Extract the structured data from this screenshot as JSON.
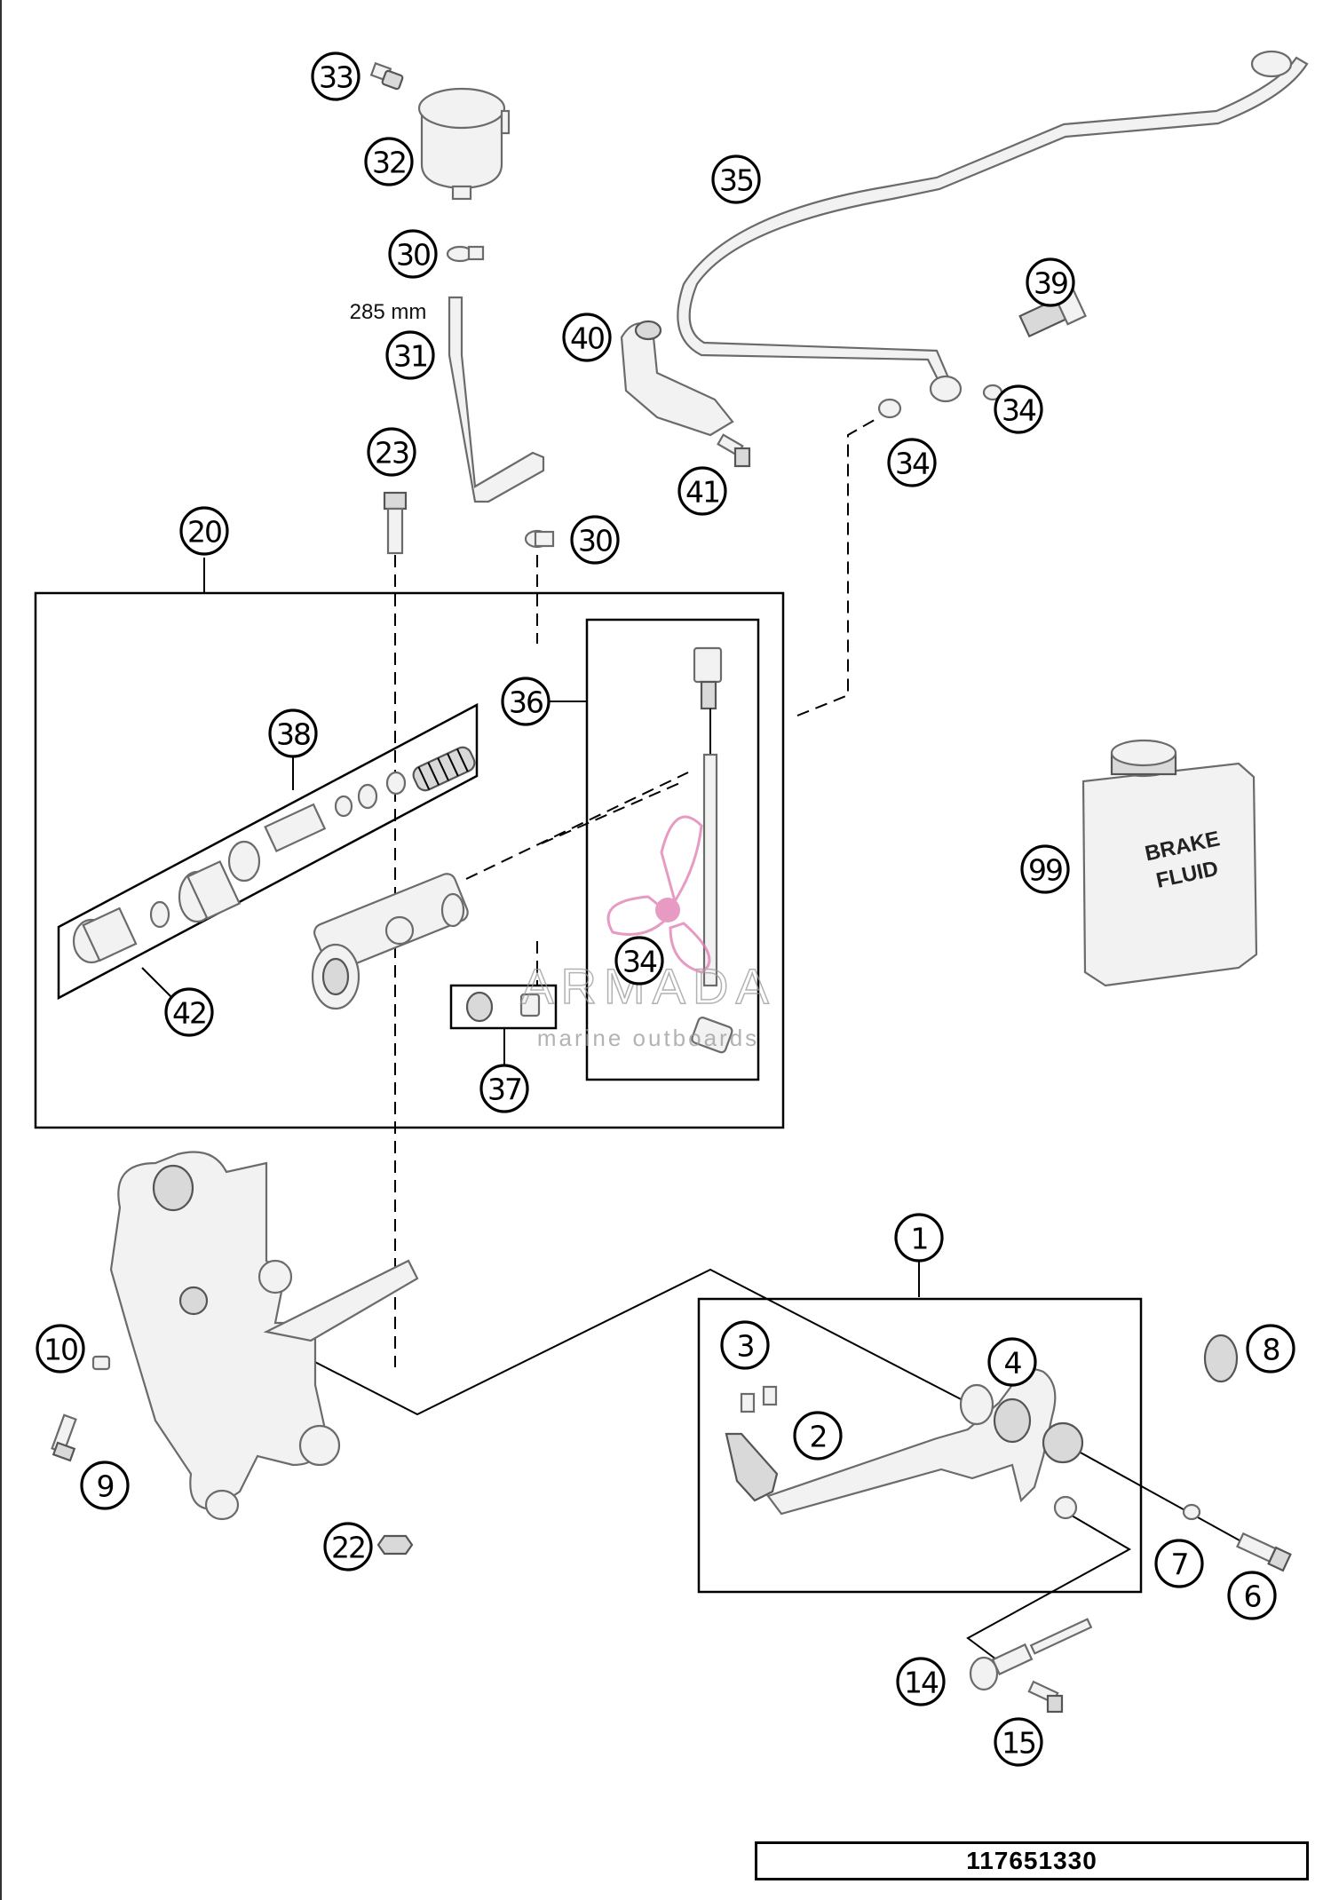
{
  "diagram": {
    "callouts": {
      "c33": "33",
      "c32": "32",
      "c30a": "30",
      "c31": "31",
      "c23": "23",
      "c30b": "30",
      "c20": "20",
      "c38": "38",
      "c42": "42",
      "c36": "36",
      "c34a": "34",
      "c37": "37",
      "c35": "35",
      "c40": "40",
      "c41": "41",
      "c39": "39",
      "c34b": "34",
      "c34c": "34",
      "c99": "99",
      "c1": "1",
      "c3": "3",
      "c4": "4",
      "c2": "2",
      "c8": "8",
      "c10": "10",
      "c9": "9",
      "c22": "22",
      "c7": "7",
      "c6": "6",
      "c14": "14",
      "c15": "15"
    },
    "hose_length_label": "285 mm",
    "fluid_label_line1": "BRAKE",
    "fluid_label_line2": "FLUID",
    "watermark": {
      "brand": "ARMADA",
      "tagline": "marine outboards"
    },
    "drawing_number": "117651330"
  }
}
